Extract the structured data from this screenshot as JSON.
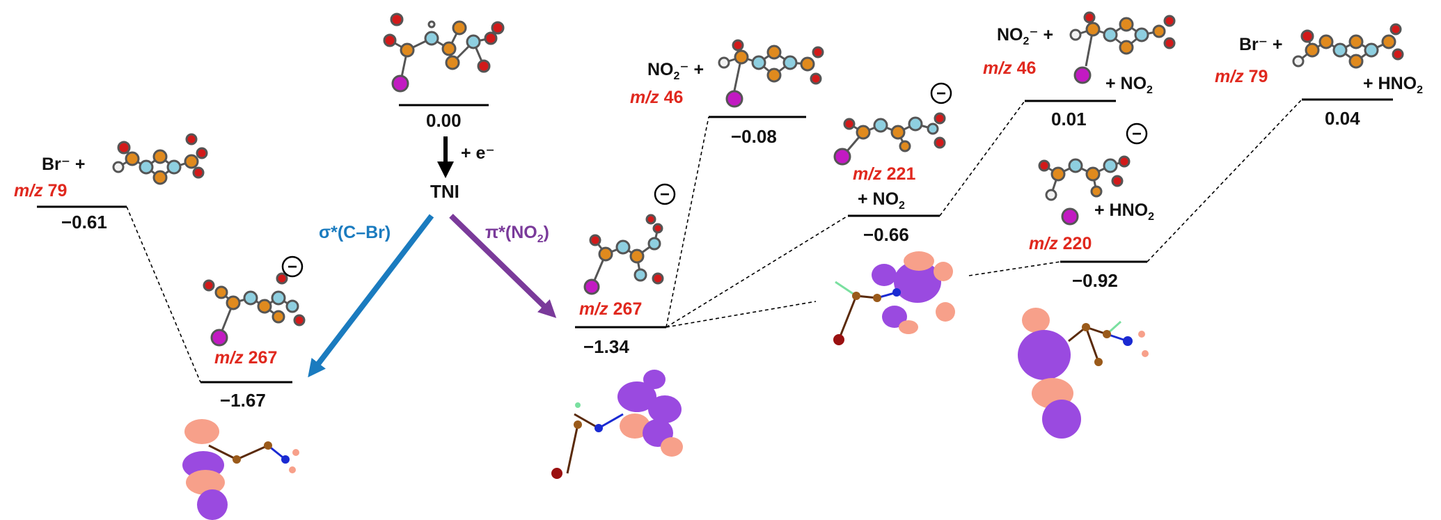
{
  "levels": [
    {
      "id": "tni",
      "energy": "0.00"
    },
    {
      "id": "br-left",
      "energy": "−0.61"
    },
    {
      "id": "anion-sigma",
      "energy": "−1.67"
    },
    {
      "id": "anion-pi",
      "energy": "−1.34"
    },
    {
      "id": "no2m-46",
      "energy": "−0.08"
    },
    {
      "id": "mz221",
      "energy": "−0.66"
    },
    {
      "id": "no2m-46-right",
      "energy": "0.01"
    },
    {
      "id": "mz220",
      "energy": "−0.92"
    },
    {
      "id": "br-right",
      "energy": "0.04"
    }
  ],
  "labels": {
    "tni": "TNI",
    "electron": "+ e⁻",
    "sigma_path": "σ*(C–Br)",
    "pi_path_prefix": "π*(NO",
    "pi_path_sub": "2",
    "pi_path_suffix": ")",
    "br_plus": "Br⁻ +",
    "no2_plus_prefix": "NO",
    "no2_plus_sub": "2",
    "no2_plus_suffix": "⁻ +",
    "mz_prefix": "m/z",
    "mz79": "79",
    "mz267": "267",
    "mz46": "46",
    "mz221": "221",
    "mz220": "220",
    "plus_no2_prefix": "+ NO",
    "plus_no2_sub": "2",
    "plus_hno2_prefix": "+ HNO",
    "plus_hno2_sub": "2",
    "anion_symbol": "−"
  },
  "colors": {
    "carbon": "#e08a1e",
    "ring_carbon": "#8ecfe0",
    "oxygen": "#d21a1a",
    "bromine": "#c21ac2",
    "hydrogen": "#f2f2f2",
    "nitrogen": "#1a2ad2",
    "orbital_pink": "#f7a08a",
    "orbital_purple": "#9a4ae0",
    "sigma_arrow": "#1a7bbf",
    "pi_arrow": "#7a3a9a",
    "mz_text": "#e0281e"
  }
}
